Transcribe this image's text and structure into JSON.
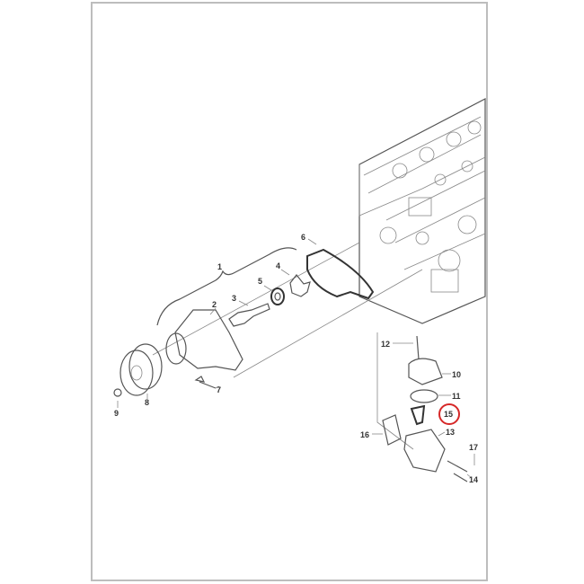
{
  "diagram": {
    "title": "Water pump and thermostat exploded parts diagram",
    "callouts": [
      "1",
      "2",
      "3",
      "4",
      "5",
      "6",
      "7",
      "8",
      "9",
      "10",
      "11",
      "12",
      "13",
      "14",
      "15",
      "16",
      "17"
    ],
    "highlighted_callout": "15",
    "highlight_color": "#d62828"
  }
}
